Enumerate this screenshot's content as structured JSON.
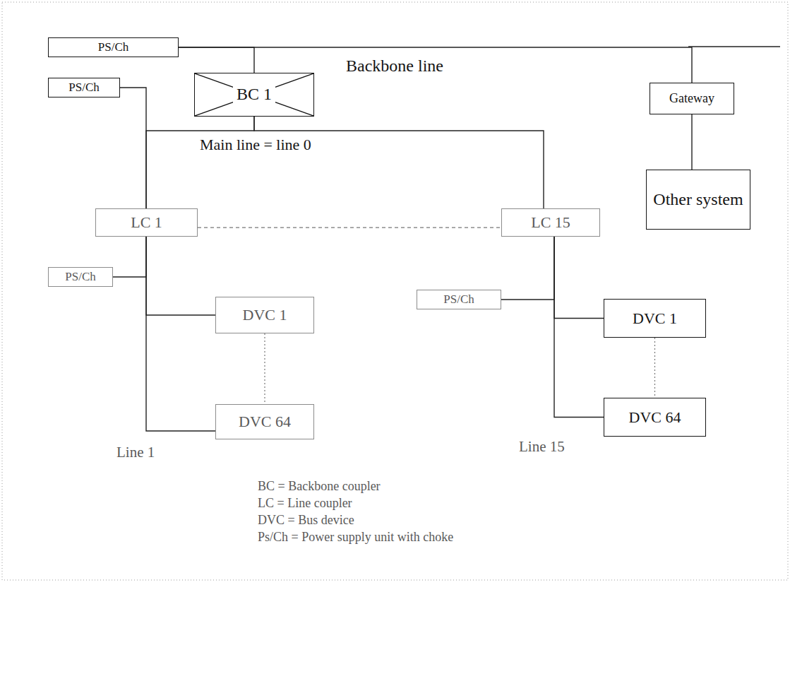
{
  "diagram": {
    "nodes": [
      {
        "text": [
          "PS/Ch"
        ]
      },
      {
        "text": [
          "BC 1"
        ]
      },
      {
        "text": [
          "Gateway"
        ]
      },
      {
        "text": [
          "PS/Ch"
        ]
      },
      {
        "text": [
          "LC 1"
        ]
      },
      {
        "text": [
          "LC 15"
        ]
      },
      {
        "text": [
          "Other system"
        ]
      },
      {
        "text": [
          "PS/Ch"
        ]
      },
      {
        "text": [
          "PS/Ch"
        ]
      },
      {
        "text": [
          "DVC 1"
        ]
      },
      {
        "text": [
          "DVC 1"
        ]
      },
      {
        "text": [
          "DVC 64"
        ]
      },
      {
        "text": [
          "DVC 64"
        ]
      }
    ],
    "edges": [
      {
        "from": 0,
        "to": 2,
        "arrow": "none"
      },
      {
        "from": 1,
        "to": 0,
        "arrow": "none"
      },
      {
        "from": 2,
        "to": 6,
        "arrow": "none"
      },
      {
        "from": 1,
        "to": 4,
        "arrow": "none"
      },
      {
        "from": 1,
        "to": 5,
        "arrow": "none"
      },
      {
        "from": 3,
        "to": 4,
        "arrow": "none"
      },
      {
        "from": 4,
        "to": 9,
        "arrow": "none"
      },
      {
        "from": 4,
        "to": 11,
        "arrow": "none"
      },
      {
        "from": 7,
        "to": 4,
        "arrow": "none"
      },
      {
        "from": 5,
        "to": 10,
        "arrow": "none"
      },
      {
        "from": 5,
        "to": 12,
        "arrow": "none"
      },
      {
        "from": 8,
        "to": 5,
        "arrow": "none"
      },
      {
        "from": 4,
        "to": 5,
        "arrow": "none"
      },
      {
        "from": 9,
        "to": 11,
        "arrow": "none"
      },
      {
        "from": 10,
        "to": 12,
        "arrow": "none"
      }
    ],
    "labels": [
      "Backbone line",
      "Main line = line 0",
      "Line 1",
      "Line 15"
    ],
    "legend": [
      {
        "text": "BC = Backbone coupler"
      },
      {
        "text": "LC = Line coupler"
      },
      {
        "text": "DVC = Bus device"
      },
      {
        "text": "Ps/Ch = Power supply unit with choke"
      }
    ]
  }
}
